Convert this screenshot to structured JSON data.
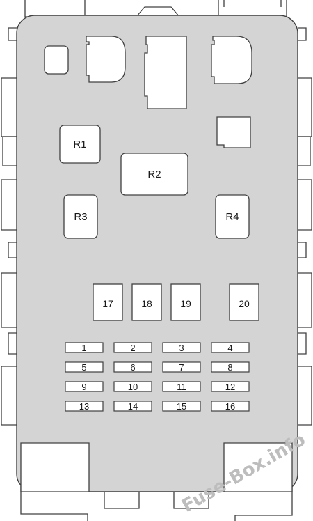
{
  "diagram": {
    "colors": {
      "panel_fill": "#d4d4d4",
      "component_fill": "#ffffff",
      "outline": "#404040",
      "watermark": "#bdbdbd"
    },
    "relays": {
      "r1": "R1",
      "r2": "R2",
      "r3": "R3",
      "r4": "R4"
    },
    "large_fuses": [
      "17",
      "18",
      "19",
      "20"
    ],
    "mini_fuses": [
      [
        "1",
        "2",
        "3",
        "4"
      ],
      [
        "5",
        "6",
        "7",
        "8"
      ],
      [
        "9",
        "10",
        "11",
        "12"
      ],
      [
        "13",
        "14",
        "15",
        "16"
      ]
    ],
    "watermark": "Fuse-Box.info"
  }
}
